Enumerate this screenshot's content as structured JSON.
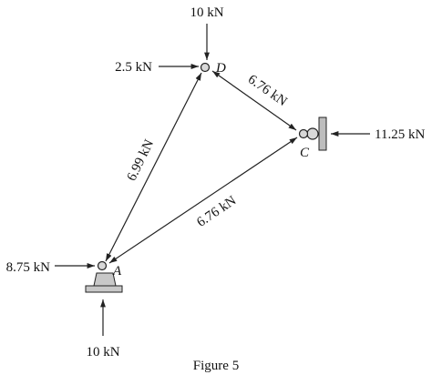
{
  "figure": {
    "caption": "Figure 5"
  },
  "nodes": {
    "A": "A",
    "C": "C",
    "D": "D"
  },
  "external_loads": {
    "top_D": "10 kN",
    "left_D": "2.5 kN",
    "right_C": "11.25 kN",
    "left_A": "8.75 kN",
    "bottom_A": "10 kN"
  },
  "members": {
    "AD": "6.99 kN",
    "DC": "6.76 kN",
    "AC": "6.76 kN"
  }
}
